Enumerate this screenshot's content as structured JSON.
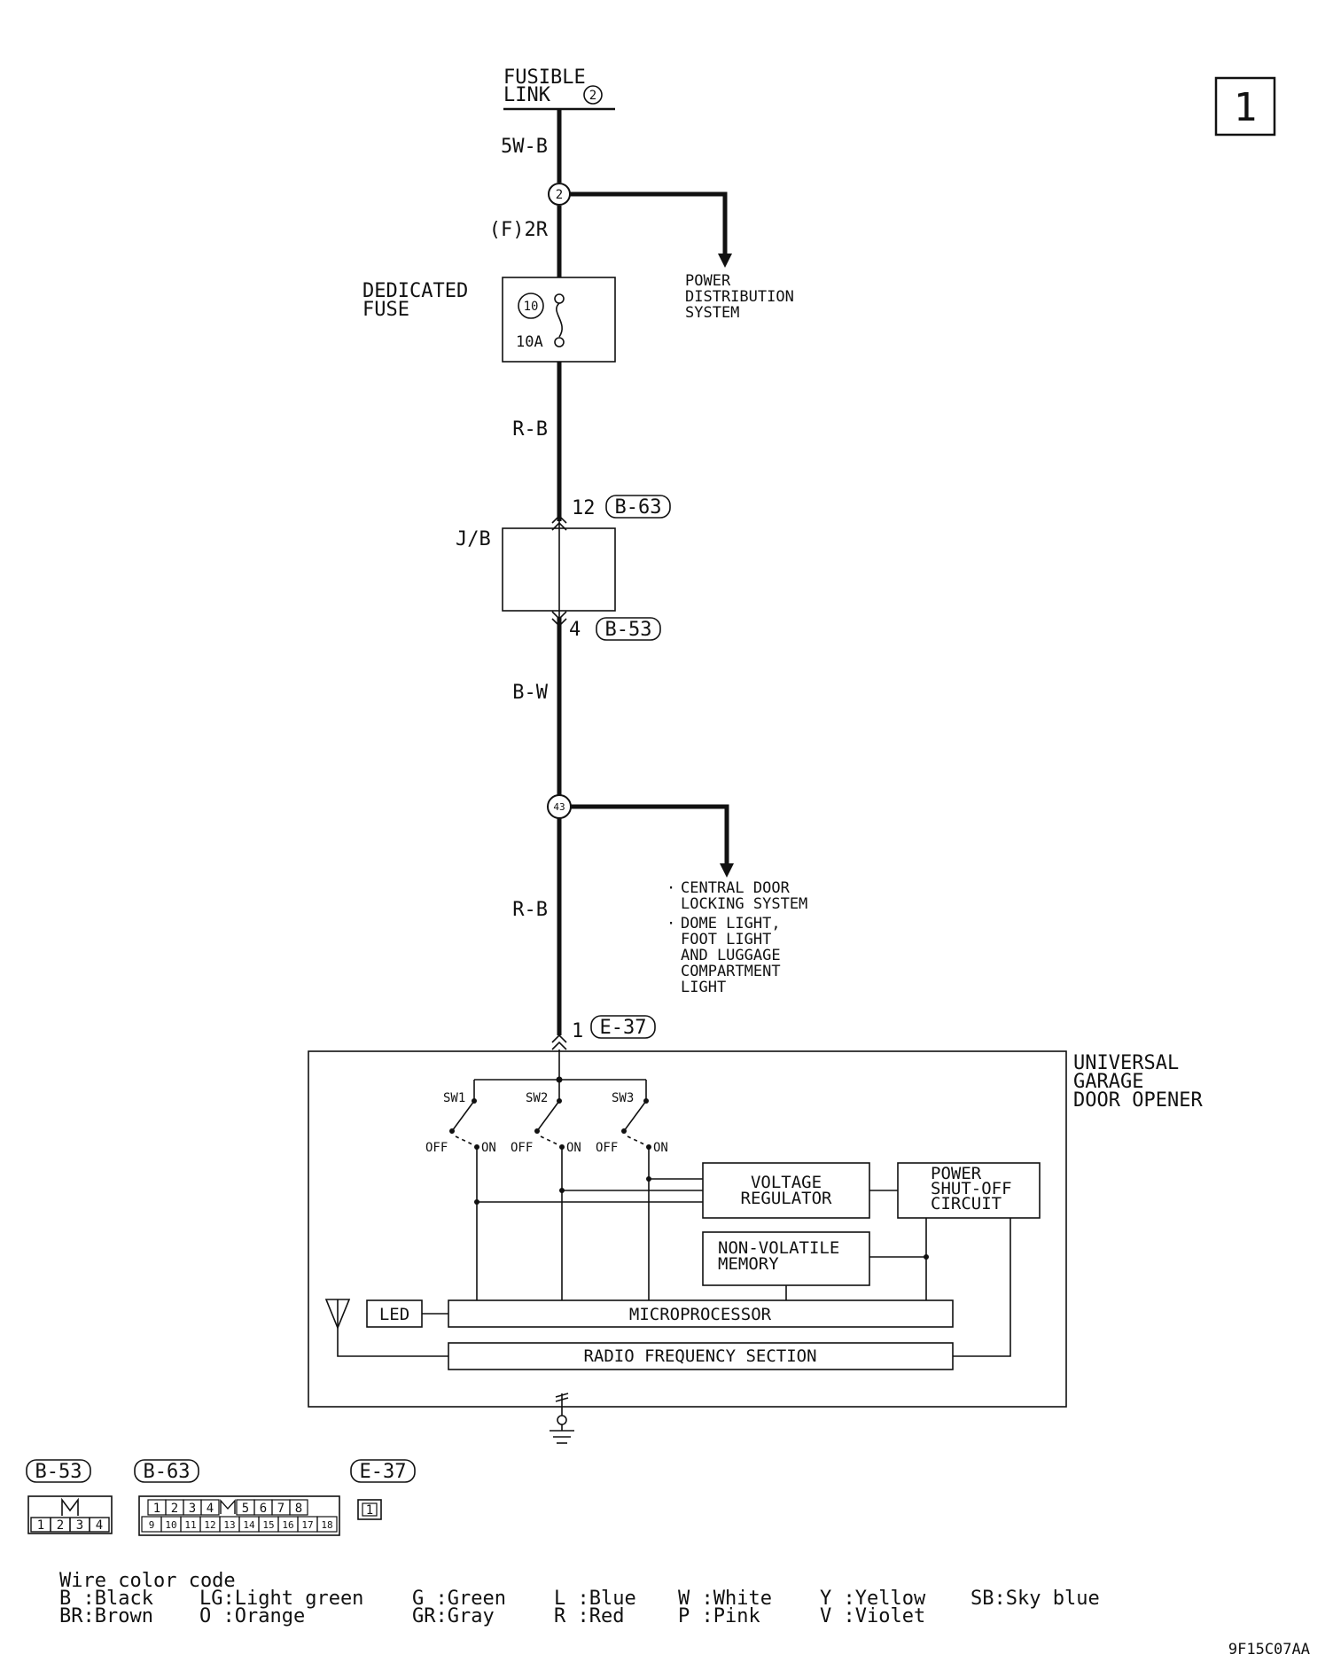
{
  "page_number": "1",
  "fusible_link": {
    "line1": "FUSIBLE",
    "line2": "LINK",
    "num": "2"
  },
  "wires": {
    "w1": "5W-B",
    "w2": "(F)2R",
    "w3": "R-B",
    "w4": "B-W",
    "w5": "R-B"
  },
  "junction_top": "2",
  "junction_mid": "43",
  "power_distribution": [
    "POWER",
    "DISTRIBUTION",
    "SYSTEM"
  ],
  "dedicated_fuse": {
    "label1": "DEDICATED",
    "label2": "FUSE",
    "num": "10",
    "rating": "10A"
  },
  "jb": {
    "label": "J/B",
    "pin_top": "12",
    "conn_top": "B-63",
    "pin_bot": "4",
    "conn_bot": "B-53"
  },
  "branch_notes": {
    "bullet": "·",
    "item1": [
      "CENTRAL DOOR",
      "LOCKING SYSTEM"
    ],
    "item2": [
      "DOME LIGHT,",
      "FOOT LIGHT",
      "AND LUGGAGE",
      "COMPARTMENT",
      "LIGHT"
    ]
  },
  "opener": {
    "pin": "1",
    "conn": "E-37",
    "title": [
      "UNIVERSAL",
      "GARAGE",
      "DOOR OPENER"
    ],
    "switches": [
      "SW1",
      "SW2",
      "SW3"
    ],
    "off": "OFF",
    "on": "ON",
    "voltage_regulator": [
      "VOLTAGE",
      "REGULATOR"
    ],
    "power_shutoff": [
      "POWER",
      "SHUT-OFF",
      "CIRCUIT"
    ],
    "memory": [
      "NON-VOLATILE",
      "MEMORY"
    ],
    "led": "LED",
    "microprocessor": "MICROPROCESSOR",
    "rf": "RADIO FREQUENCY SECTION"
  },
  "connectors": {
    "b53": {
      "label": "B-53",
      "pins": [
        "1",
        "2",
        "3",
        "4"
      ]
    },
    "b63": {
      "label": "B-63",
      "pins_top": [
        "1",
        "2",
        "3",
        "4",
        "5",
        "6",
        "7",
        "8"
      ],
      "pins_bottom": [
        "9",
        "10",
        "11",
        "12",
        "13",
        "14",
        "15",
        "16",
        "17",
        "18"
      ]
    },
    "e37": {
      "label": "E-37",
      "pin": "1"
    }
  },
  "color_code": {
    "title": "Wire color code",
    "row1": [
      "B :Black",
      "LG:Light green",
      "G :Green",
      "L :Blue",
      "W :White",
      "Y :Yellow",
      "SB:Sky blue"
    ],
    "row2": [
      "BR:Brown",
      "O :Orange",
      "GR:Gray",
      "R :Red",
      "P :Pink",
      "V :Violet"
    ]
  },
  "drawing_code": "9F15C07AA"
}
